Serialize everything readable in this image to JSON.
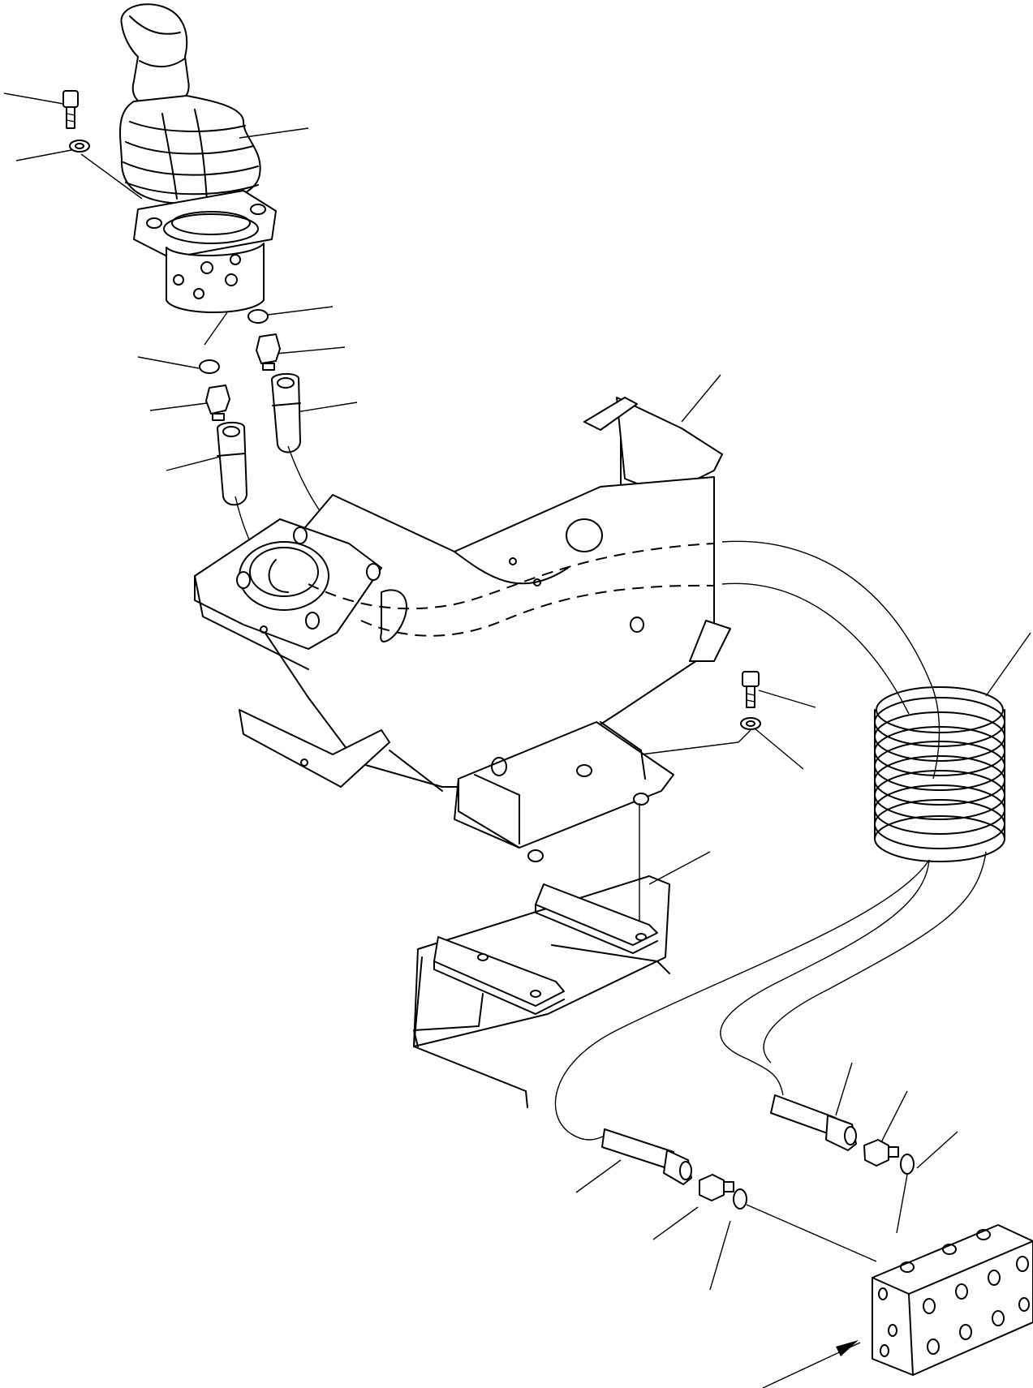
{
  "figure": {
    "description_visible_text": []
  },
  "parts": [
    {
      "id": "joystick"
    },
    {
      "id": "console-bracket"
    },
    {
      "id": "mounting-plate"
    },
    {
      "id": "coiled-hose"
    },
    {
      "id": "distribution-block"
    },
    {
      "id": "capscrew-top"
    },
    {
      "id": "washer-top"
    },
    {
      "id": "capscrew-side"
    },
    {
      "id": "washer-side"
    },
    {
      "id": "o-ring"
    },
    {
      "id": "adapter"
    },
    {
      "id": "hose-end"
    }
  ]
}
